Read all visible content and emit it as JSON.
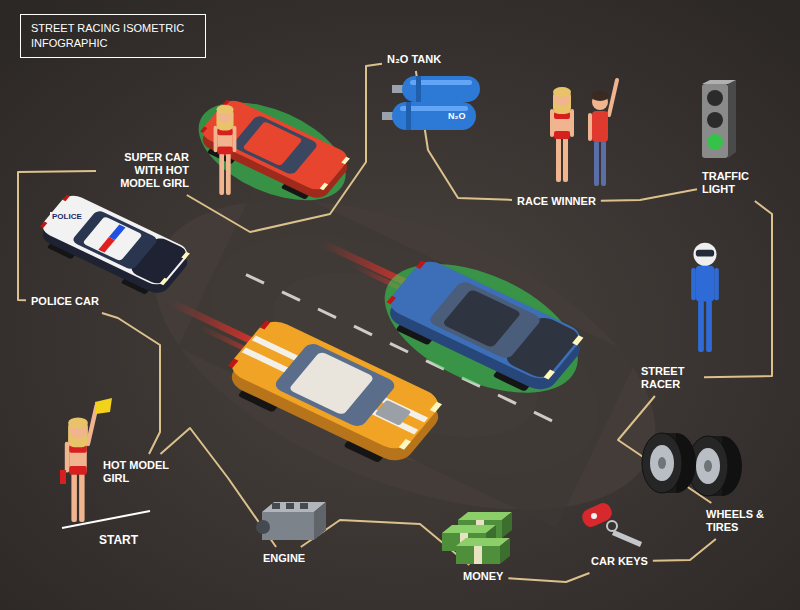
{
  "diagram": {
    "title": "STREET RACING ISOMETRIC INFOGRAPHIC",
    "nodes": [
      {
        "text": [
          "SUPER CAR WITH HOT MODEL GIRL"
        ]
      },
      {
        "text": [
          "POLICE CAR"
        ]
      },
      {
        "text": [
          "N₂O TANK"
        ]
      },
      {
        "text": [
          "RACE WINNER"
        ]
      },
      {
        "text": [
          "TRAFFIC LIGHT"
        ]
      },
      {
        "text": [
          "STREET RACER"
        ]
      },
      {
        "text": [
          "WHEELS & TIRES"
        ]
      },
      {
        "text": [
          "CAR KEYS"
        ]
      },
      {
        "text": [
          "MONEY"
        ]
      },
      {
        "text": [
          "ENGINE"
        ]
      },
      {
        "text": [
          "HOT MODEL GIRL"
        ]
      }
    ],
    "edges": [
      {
        "from": 10,
        "to": 1,
        "arrow": "none"
      },
      {
        "from": 1,
        "to": 0,
        "arrow": "none"
      },
      {
        "from": 0,
        "to": 2,
        "arrow": "none"
      },
      {
        "from": 2,
        "to": 3,
        "arrow": "none"
      },
      {
        "from": 3,
        "to": 4,
        "arrow": "none"
      },
      {
        "from": 4,
        "to": 5,
        "arrow": "none"
      },
      {
        "from": 5,
        "to": 6,
        "arrow": "none"
      },
      {
        "from": 6,
        "to": 7,
        "arrow": "none"
      },
      {
        "from": 7,
        "to": 8,
        "arrow": "none"
      },
      {
        "from": 8,
        "to": 9,
        "arrow": "none"
      },
      {
        "from": 9,
        "to": 10,
        "arrow": "none"
      }
    ],
    "labels": [
      "START",
      "POLICE",
      "N₂O"
    ]
  }
}
